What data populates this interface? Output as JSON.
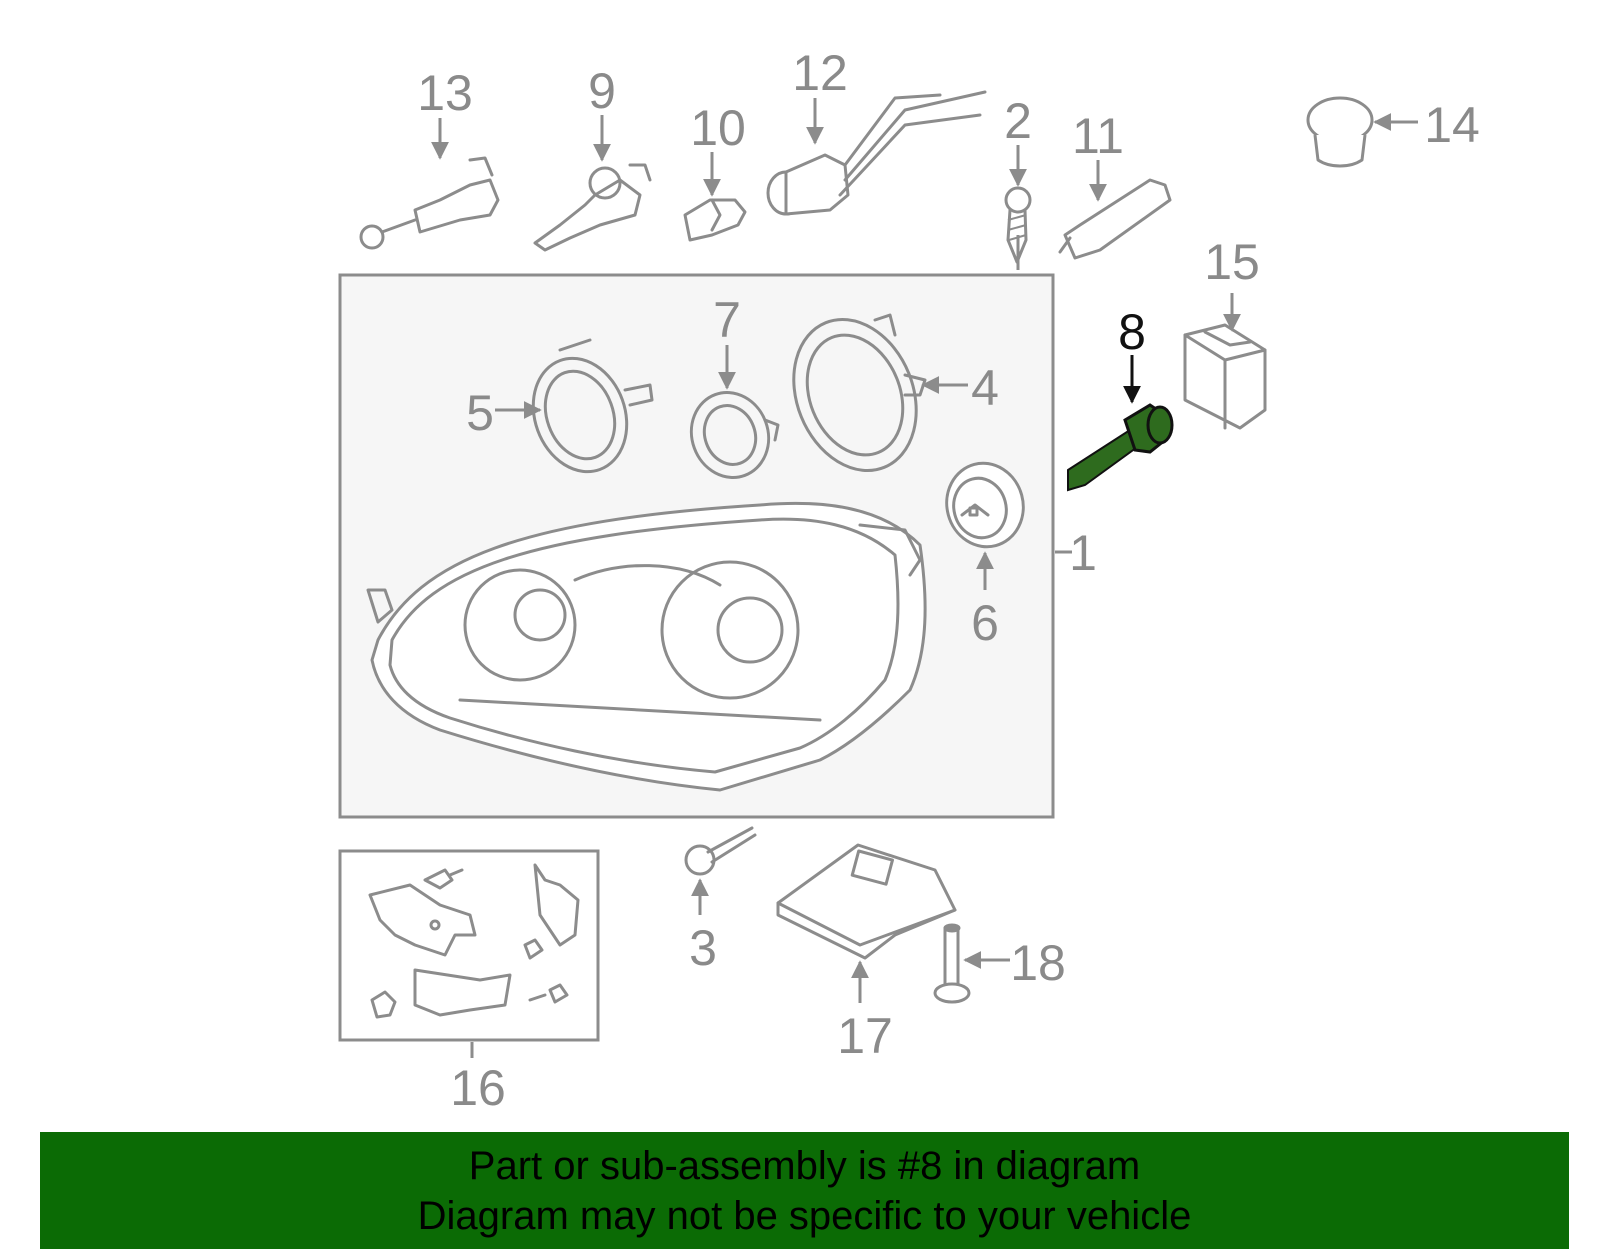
{
  "callouts": {
    "c1": "1",
    "c2": "2",
    "c3": "3",
    "c4": "4",
    "c5": "5",
    "c6": "6",
    "c7": "7",
    "c8": "8",
    "c9": "9",
    "c10": "10",
    "c11": "11",
    "c12": "12",
    "c13": "13",
    "c14": "14",
    "c15": "15",
    "c16": "16",
    "c17": "17",
    "c18": "18"
  },
  "highlight": {
    "part": "8",
    "color": "#2e6b1e"
  },
  "banner": {
    "line1": "Part or sub-assembly is #8 in diagram",
    "line2": "Diagram may not be specific to your vehicle",
    "color": "#0b6b05"
  }
}
